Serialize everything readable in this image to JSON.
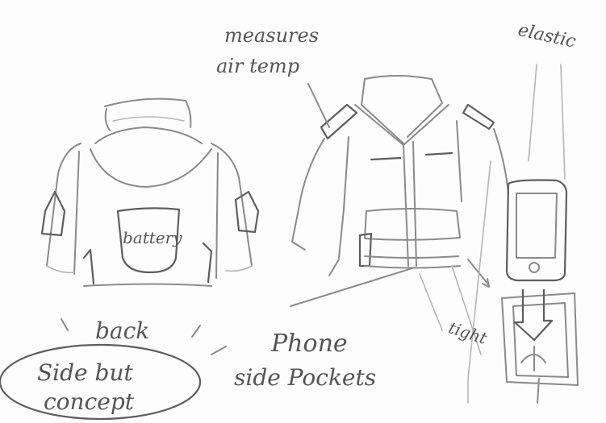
{
  "labels": {
    "measures_line1": "measures",
    "measures_line2": "air temp",
    "elastic": "elastic",
    "battery": "battery",
    "back": "back",
    "concept_line1": "Side but",
    "concept_line2": "concept",
    "phone": "Phone",
    "side_pockets": "side Pockets",
    "tight": "tight"
  },
  "colors": {
    "ink": "#8a8a8a",
    "ink_dark": "#5e5e5e",
    "paper": "#fdfdfd"
  }
}
